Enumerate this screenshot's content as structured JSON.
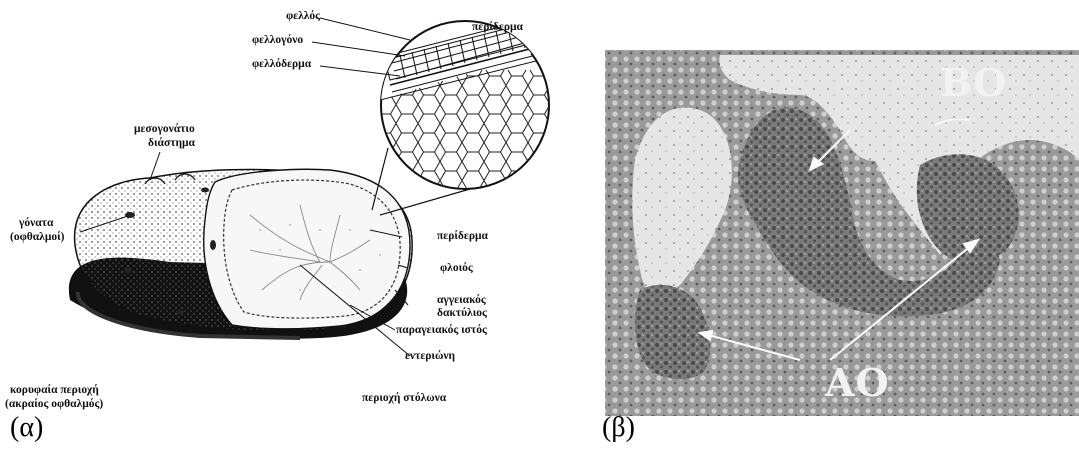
{
  "panel_a": {
    "caption": "(α)",
    "labels": {
      "fellos": "φελλός",
      "periderma_top": "περίδερμα",
      "fellogono": "φελλογόνο",
      "fellodermа": "φελλόδερμα",
      "mesogonatio_1": "μεσογονάτιο",
      "mesogonatio_2": "διάστημα",
      "gonata_1": "γόνατα",
      "gonata_2": "(οφθαλμοί)",
      "periderma_right": "περίδερμα",
      "floios": "φλοιός",
      "aggeiakos_1": "αγγειακός",
      "aggeiakos_2": "δακτύλιος",
      "parageiakos": "παραγειακός ιστός",
      "enterioni": "εντεριώνη",
      "koryfaia_1": "κορυφαία περιοχή",
      "koryfaia_2": "(ακραίος οφθαλμός)",
      "stolona": "περιοχή στόλωνα"
    }
  },
  "panel_b": {
    "caption": "(β)",
    "labels": {
      "bo": "ΒΟ",
      "ao": "ΑΟ"
    }
  }
}
